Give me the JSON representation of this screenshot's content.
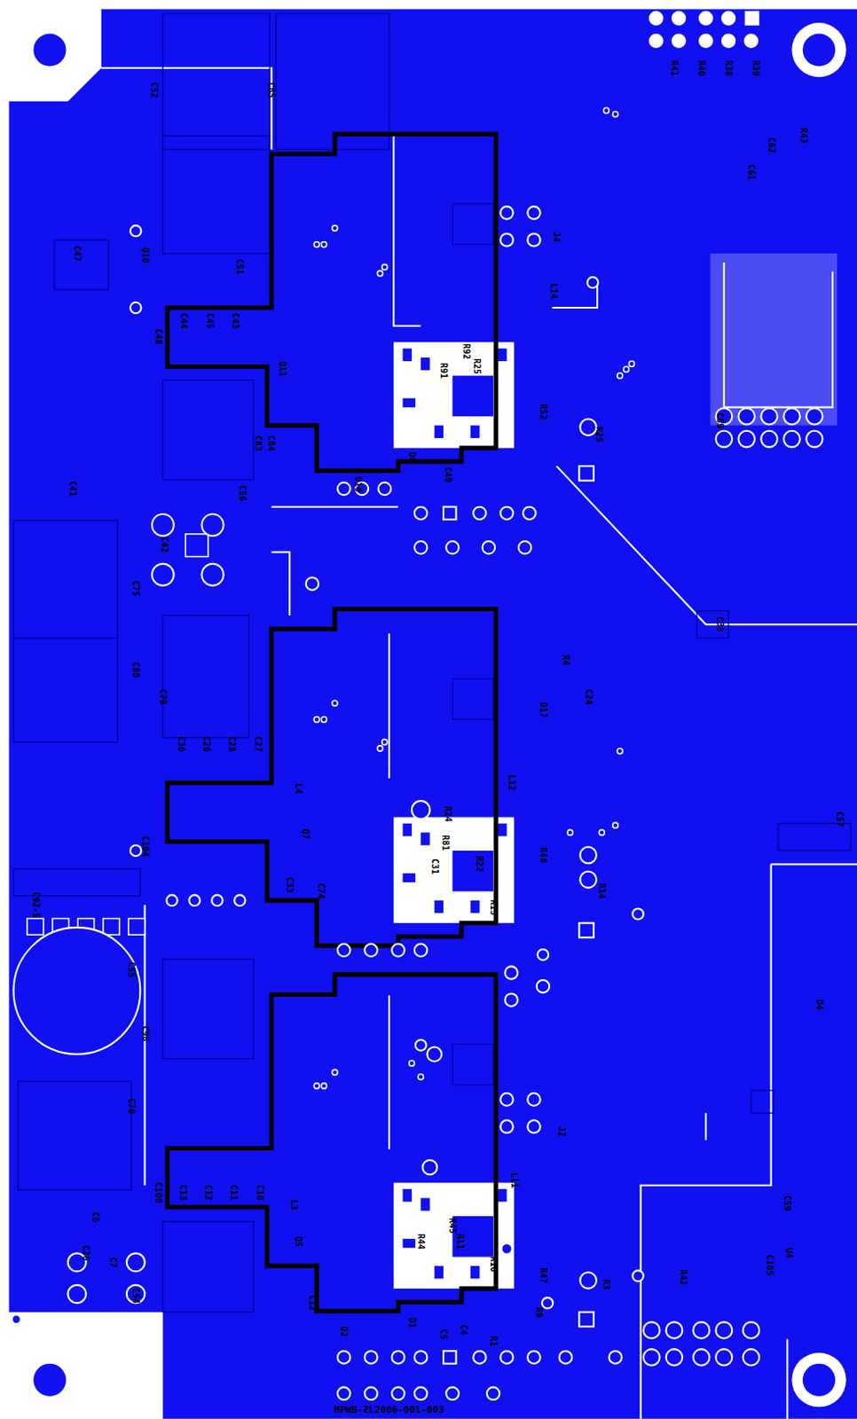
{
  "diagram": {
    "labels": [
      "C52",
      "C85",
      "C47",
      "Q10",
      "C51",
      "C48",
      "C44",
      "C45",
      "C43",
      "Q11",
      "R92",
      "R91",
      "R25",
      "J4",
      "L14",
      "R52",
      "C84",
      "C83",
      "C56",
      "D10",
      "D8",
      "C40",
      "R25",
      "C89",
      "R41",
      "R40",
      "R38",
      "R39",
      "R43",
      "C62",
      "C61",
      "C41",
      "C42",
      "C75",
      "C80",
      "C79",
      "C38",
      "R4",
      "C24",
      "D17",
      "C30",
      "C26",
      "C28",
      "C27",
      "L12",
      "L4",
      "C57",
      "R24",
      "R81",
      "Q7",
      "C104",
      "C31",
      "R22",
      "R48",
      "C33",
      "C74",
      "R15",
      "R14",
      "C92-5",
      "C55",
      "D4",
      "C98",
      "C70",
      "J2",
      "C100",
      "C13",
      "C12",
      "C11",
      "C10",
      "L11",
      "L3",
      "C59",
      "C6",
      "R45",
      "R44",
      "R11",
      "Q5",
      "C26",
      "U4",
      "C105",
      "C7",
      "R10",
      "R47",
      "R42",
      "R3",
      "C54",
      "C12",
      "R9",
      "D1",
      "C5",
      "C4",
      "D2",
      "R1",
      "MPWB-ZL2006-001-003"
    ]
  }
}
